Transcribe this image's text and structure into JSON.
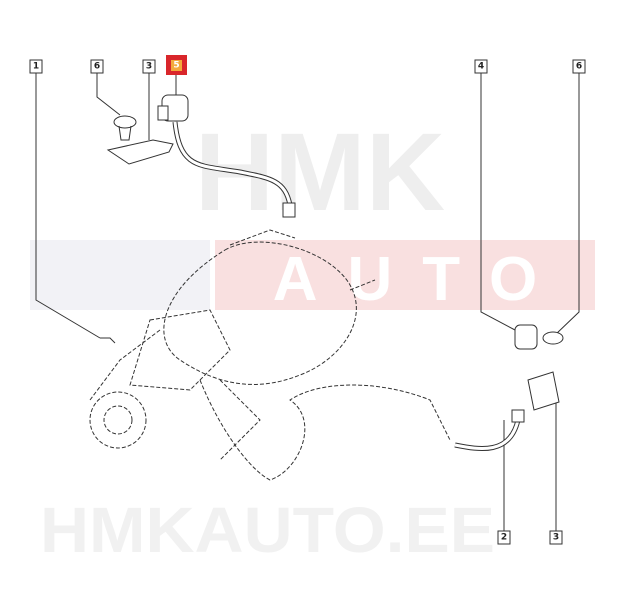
{
  "watermark": {
    "logo_top": "HMK",
    "logo_sub": "AUTO",
    "site": "HMKAUTO.EE"
  },
  "callouts": [
    {
      "number": "1"
    },
    {
      "number": "6"
    },
    {
      "number": "3"
    },
    {
      "number": "5",
      "highlighted": true
    },
    {
      "number": "4"
    },
    {
      "number": "6"
    },
    {
      "number": "2"
    },
    {
      "number": "3"
    }
  ],
  "colors": {
    "highlight_border": "#d9262b",
    "highlight_fill": "#f3a93c",
    "line": "#333333",
    "watermark_gray": "#eeeeee",
    "watermark_red": "#f7dede"
  }
}
